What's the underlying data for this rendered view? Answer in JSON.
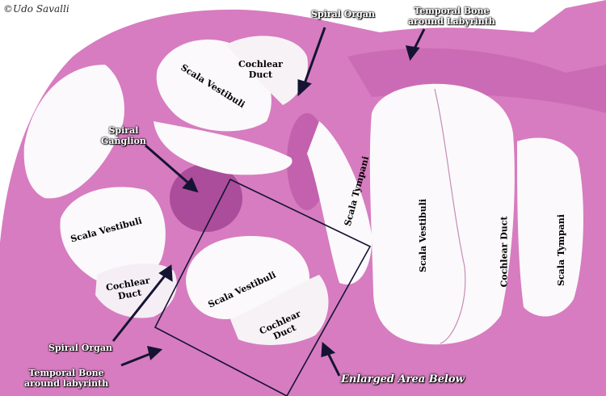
{
  "credit": "©Udo Savalli",
  "labels": {
    "spiral_organ_top": "Spiral Organ",
    "temporal_bone_top": [
      "Temporal Bone",
      "around Labyrinth"
    ],
    "cochlear_duct_top": [
      "Cochlear",
      "Duct"
    ],
    "scala_vestibuli_top": "Scala Vestibuli",
    "spiral_ganglion": [
      "Spiral",
      "Ganglion"
    ],
    "scala_tympani_mid": "Scala Tympani",
    "scala_vestibuli_right": "Scala Vestibuli",
    "cochlear_duct_right": "Cochlear Duct",
    "scala_tympani_right": "Scala Tympani",
    "scala_vestibuli_left": "Scala Vestibuli",
    "cochlear_duct_left": [
      "Cochlear",
      "Duct"
    ],
    "scala_vestibuli_center": "Scala Vestibuli",
    "cochlear_duct_center": [
      "Cochlear",
      "Duct"
    ],
    "spiral_organ_bottom": "Spiral Organ",
    "temporal_bone_bottom": [
      "Temporal Bone",
      "around labyrinth"
    ],
    "enlarged_area": "Enlarged Area Below"
  },
  "colors": {
    "tissue": "#d77cc0",
    "tissue_dark": "#b14f9b",
    "tissue_light": "#e8a6d6",
    "lumen": "#fbf9fb",
    "outline": "#141432"
  }
}
